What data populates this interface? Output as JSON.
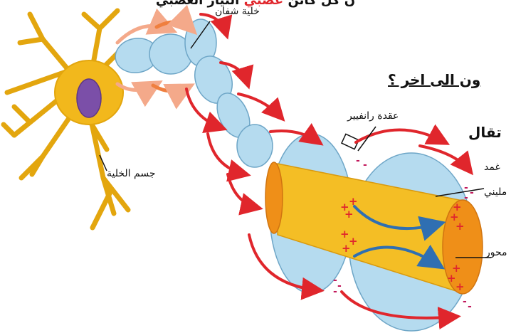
{
  "top_fragment": {
    "part_before": "ن كل كائن",
    "part_red": "عصبي",
    "part_after": "التيار العصبي"
  },
  "question": "ون الى اخر ؟",
  "transmission": "تقال",
  "labels": {
    "schwann_cell": "خلية شفان",
    "cell_body": "جسم الخلية",
    "node_of_ranvier": "عقدة رانفيير",
    "sheath_line1": "غمد",
    "sheath_line2": "مليني",
    "axon": "محور"
  },
  "charges": {
    "positive": "+",
    "negative": "-"
  },
  "colors": {
    "neuron_body": "#f2b81c",
    "nucleus": "#7b4fa8",
    "myelin": "#b5dbef",
    "myelin_edge": "#6ea6c7",
    "axon": "#f4be25",
    "axon_end": "#ef8f18",
    "impulse_arrow": "#e0262c",
    "faded_arrow": "#f4a98a",
    "current_arrow": "#2f6fb2",
    "positive_charge": "#e0262c",
    "negative_charge": "#c2185b"
  }
}
